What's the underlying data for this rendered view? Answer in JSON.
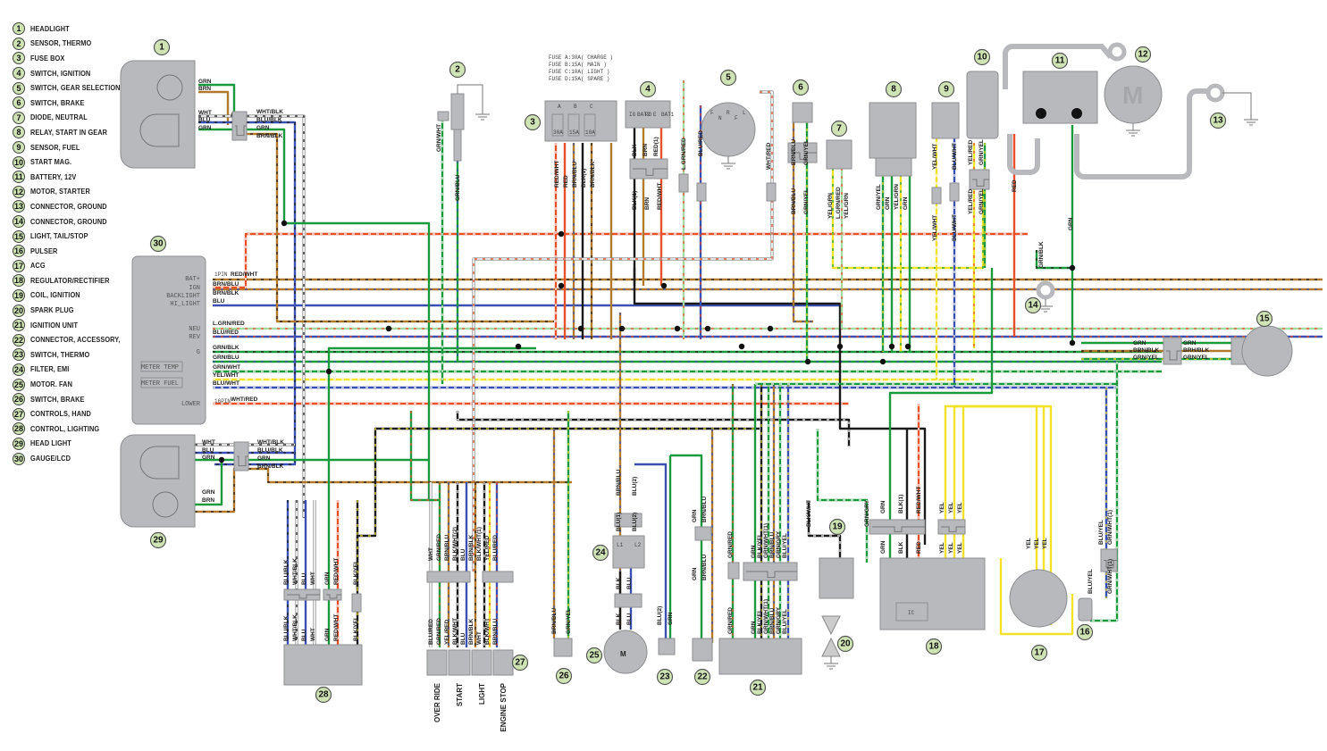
{
  "legend": [
    {
      "num": "1",
      "label": "HEADLIGHT"
    },
    {
      "num": "2",
      "label": "SENSOR, THERMO"
    },
    {
      "num": "3",
      "label": "FUSE BOX"
    },
    {
      "num": "4",
      "label": "SWITCH, IGNITION"
    },
    {
      "num": "5",
      "label": "SWITCH, GEAR SELECTION"
    },
    {
      "num": "6",
      "label": "SWITCH, BRAKE"
    },
    {
      "num": "7",
      "label": "DIODE, NEUTRAL"
    },
    {
      "num": "8",
      "label": "RELAY, START IN GEAR"
    },
    {
      "num": "9",
      "label": "SENSOR, FUEL"
    },
    {
      "num": "10",
      "label": "START MAG."
    },
    {
      "num": "11",
      "label": "BATTERY, 12V"
    },
    {
      "num": "12",
      "label": "MOTOR, STARTER"
    },
    {
      "num": "13",
      "label": "CONNECTOR, GROUND"
    },
    {
      "num": "14",
      "label": "CONNECTOR, GROUND"
    },
    {
      "num": "15",
      "label": "LIGHT, TAIL/STOP"
    },
    {
      "num": "16",
      "label": "PULSER"
    },
    {
      "num": "17",
      "label": "ACG"
    },
    {
      "num": "18",
      "label": "REGULATOR/RECTIFIER"
    },
    {
      "num": "19",
      "label": "COIL, IGNITION"
    },
    {
      "num": "20",
      "label": "SPARK PLUG"
    },
    {
      "num": "21",
      "label": "IGNITION UNIT"
    },
    {
      "num": "22",
      "label": "CONNECTOR, ACCESSORY,"
    },
    {
      "num": "23",
      "label": "SWITCH, THERMO"
    },
    {
      "num": "24",
      "label": "FILTER, EMI"
    },
    {
      "num": "25",
      "label": "MOTOR. FAN"
    },
    {
      "num": "26",
      "label": "SWITCH, BRAKE"
    },
    {
      "num": "27",
      "label": "CONTROLS, HAND"
    },
    {
      "num": "28",
      "label": "CONTROL, LIGHTING"
    },
    {
      "num": "29",
      "label": "HEAD LIGHT"
    },
    {
      "num": "30",
      "label": "GAUGE/LCD"
    }
  ],
  "fuse_notes": [
    "FUSE A:30A( CHARGE )",
    "FUSE B:15A( MAIN )",
    "FUSE C:10A( LIGHT )",
    "FUSE D:15A( SPARE )"
  ],
  "fuse_box": {
    "slots": [
      "A",
      "B",
      "C"
    ],
    "ratings": [
      "30A",
      "15A",
      "10A"
    ]
  },
  "ignition_switch_terminals": [
    "IG",
    "BAT2",
    "PO",
    "E",
    "BAT1"
  ],
  "gear_switch_positions": [
    "F",
    "N",
    "R",
    "F",
    "L"
  ],
  "gauge": {
    "pins": [
      "BAT+",
      "IGN",
      "BACKLIGHT",
      "HI_LIGHT",
      "NEU",
      "REV",
      "G",
      "LOWER"
    ],
    "boxes": [
      "METER TEMP",
      "METER FUEL"
    ],
    "pin_note_top": "1PIN",
    "pin_note_bottom": "16PIN",
    "wires": [
      "RED/WHT",
      "BRN/BLU",
      "BRN/BLK",
      "BLU",
      "L.GRN/RED",
      "BLU/RED",
      "GRN/BLK",
      "GRN/BLU",
      "GRN/WHT",
      "YEL/WHT",
      "BLU/WHT",
      "WHT/RED"
    ]
  },
  "headlight1": {
    "wires_left": [
      "GRN",
      "BRN",
      "WHT",
      "BLU",
      "GRN"
    ],
    "wires_right": [
      "WHT/BLK",
      "BLU/BLK",
      "GRN",
      "BRN/BLK"
    ]
  },
  "headlight29": {
    "wires_left": [
      "WHT",
      "BLU",
      "GRN",
      "GRN",
      "BRN"
    ],
    "wires_right": [
      "WHT/BLK",
      "BLU/BLK",
      "GRN",
      "BRN/BLK"
    ]
  },
  "taillight15": {
    "wires_left": [
      "GRN",
      "BRN/BLK",
      "GRN/YEL"
    ],
    "wires_right": [
      "GRN",
      "BRH/BLK",
      "GRN/YEL"
    ]
  },
  "hand_controls": {
    "switches": [
      "OVER RIDE",
      "START",
      "LIGHT",
      "ENGINE STOP"
    ],
    "top_wires": [
      "WHT",
      "GRN/RED",
      "BRN/BLU",
      "BLK/WHT(2)",
      "BLU",
      "BRN/BLK",
      "BLK/WHT(1)",
      "YEL/RED",
      "BLU/RED"
    ],
    "bottom_wires": [
      "BLU/RED",
      "GRN/RED",
      "YEL/RED",
      "BLK/WHT",
      "BLU",
      "BRN/BLK",
      "WHT",
      "BLK/WHT",
      "BRN/BLU"
    ]
  },
  "lighting_control": {
    "wires": [
      "BLU/BLK",
      "WHT/BLK",
      "BLU",
      "WHT",
      "GRN",
      "RED/WHT",
      "BLK/YEL"
    ]
  },
  "ignition_unit": {
    "wires": [
      "GRN/RED",
      "GRN",
      "BLK/YEL",
      "GRN/WHT(1)",
      "BRN/BLU",
      "GRN/GRY",
      "BLU/YEL"
    ]
  },
  "fan_motor": {
    "wires": [
      "BRN/BLU",
      "BLU(2)",
      "BLU(1)",
      "BLU(2)",
      "BLK",
      "BLU"
    ],
    "filter_labels": [
      "L1",
      "L2"
    ]
  },
  "thermo_switch": {
    "wires": [
      "BLU(2)",
      "GRN"
    ]
  },
  "accessory_connector": {
    "wires": [
      "GRN",
      "BRN/BLU"
    ]
  },
  "brake_switch26": {
    "wires": [
      "BRN/BLU",
      "GRN/YEL"
    ]
  },
  "regulator": {
    "wires_top": [
      "GRN",
      "BLK(1)",
      "RED/WHT",
      "YEL",
      "YEL",
      "YEL"
    ],
    "wires_bottom": [
      "GRN",
      "BLK",
      "RED",
      "YEL",
      "YEL",
      "YEL"
    ],
    "ic_label": "IC"
  },
  "acg": {
    "wires": [
      "YEL",
      "YEL",
      "YEL"
    ]
  },
  "pulser": {
    "wires": [
      "BLU/YEL",
      "GRN/WHT(1)"
    ]
  },
  "coil": {
    "wires": [
      "BLK/WHT",
      "GRN/GRY"
    ]
  },
  "battery": {
    "plus": "+",
    "minus": "−",
    "wire_red": "RED",
    "wire_grn": "GRN"
  },
  "starter_motor": {
    "symbol": "M"
  },
  "fan_symbol": "M",
  "ground14": {
    "wire": "GRN/BLK"
  },
  "thermo_sensor": {
    "wires": [
      "GRN/WHT",
      "GRN/BLU"
    ]
  },
  "diode7": {
    "wires": [
      "YEL/GRN",
      "L.GRN/RED",
      "YEL/GRN"
    ]
  },
  "relay8": {
    "wires": [
      "GRN/YEL",
      "GRN",
      "YEL/GRN",
      "GRN"
    ]
  },
  "fuel_sensor9": {
    "wires": [
      "YEL/WHT",
      "BLU/WHT"
    ]
  },
  "start_mag10": {
    "wires": [
      "YEL/RED",
      "GRN/YEL"
    ]
  },
  "brake_switch6": {
    "wires": [
      "BRN/BLU",
      "GRN/YEL"
    ]
  },
  "gear_switch5": {
    "wires": [
      "L.GRN/RED",
      "BLU/RED",
      "WHT/RED"
    ]
  },
  "fuse_wires": [
    "RED/WHT",
    "RED",
    "BRN/BLU",
    "BLK(1)",
    "BRN/BLK"
  ],
  "ign_switch_wires": [
    "BLK",
    "BRN",
    "RED(1)",
    "BLK(1)",
    "BRN",
    "RED/WHT"
  ],
  "colors": {
    "grn": "#1a9a3c",
    "brn": "#b07a2a",
    "blu": "#3a4fb0",
    "red": "#e8502a",
    "yel": "#f2e32a",
    "blk": "#1a1a1a",
    "wht": "#ffffff",
    "lgrn": "#a7d9a0",
    "gry": "#b8b9bd",
    "badge": "#cfe3b4"
  }
}
